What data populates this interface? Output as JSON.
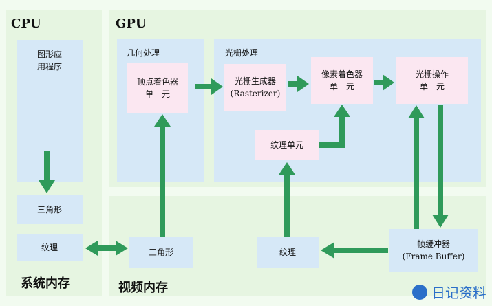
{
  "cpu": {
    "title": "CPU",
    "app_box": [
      "图形应",
      "用程序"
    ]
  },
  "gpu": {
    "title": "GPU"
  },
  "geometry": {
    "title": "几何处理",
    "vertex_shader": [
      "顶点着色器",
      "单　元"
    ]
  },
  "raster": {
    "title": "光栅处理",
    "rasterizer": [
      "光栅生成器",
      "(Rasterizer)"
    ],
    "pixel_shader": [
      "像素着色器",
      "单　元"
    ],
    "raster_ops": [
      "光栅操作",
      "单　元"
    ],
    "texture_unit": "纹理单元"
  },
  "system_memory": {
    "title": "系统内存",
    "triangle": "三角形",
    "texture": "纹理"
  },
  "video_memory": {
    "title": "视频内存",
    "triangle": "三角形",
    "texture": "纹理",
    "frame_buffer": [
      "帧缓冲器",
      "(Frame Buffer)"
    ]
  },
  "watermark": "日记资料",
  "colors": {
    "arrow": "#2f9a5a",
    "panel_blue": "#d6e8f7",
    "box_pink": "#fbe7f1",
    "bg_green": "#e3f4de"
  }
}
